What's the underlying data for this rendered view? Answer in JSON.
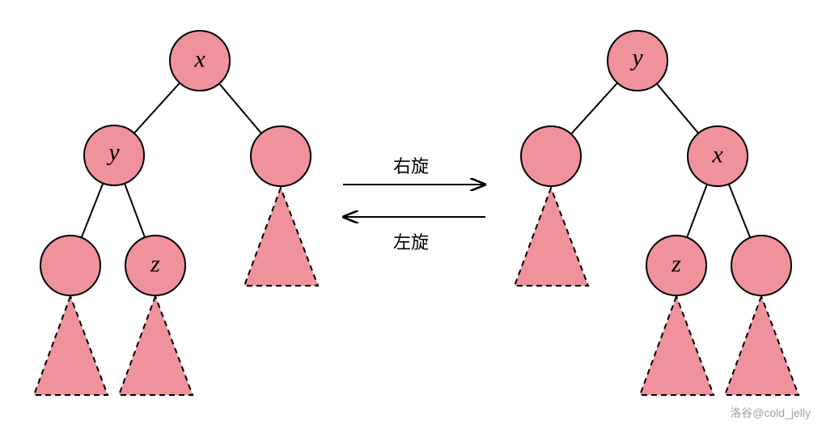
{
  "left_tree": {
    "root": "x",
    "left": "y",
    "left_right": "z"
  },
  "right_tree": {
    "root": "y",
    "right": "x",
    "right_left": "z"
  },
  "arrows": {
    "right_rotate": "右旋",
    "left_rotate": "左旋"
  },
  "colors": {
    "node_fill": "#ef929b",
    "stroke": "#000000"
  },
  "watermark": "洛谷@cold_jelly"
}
